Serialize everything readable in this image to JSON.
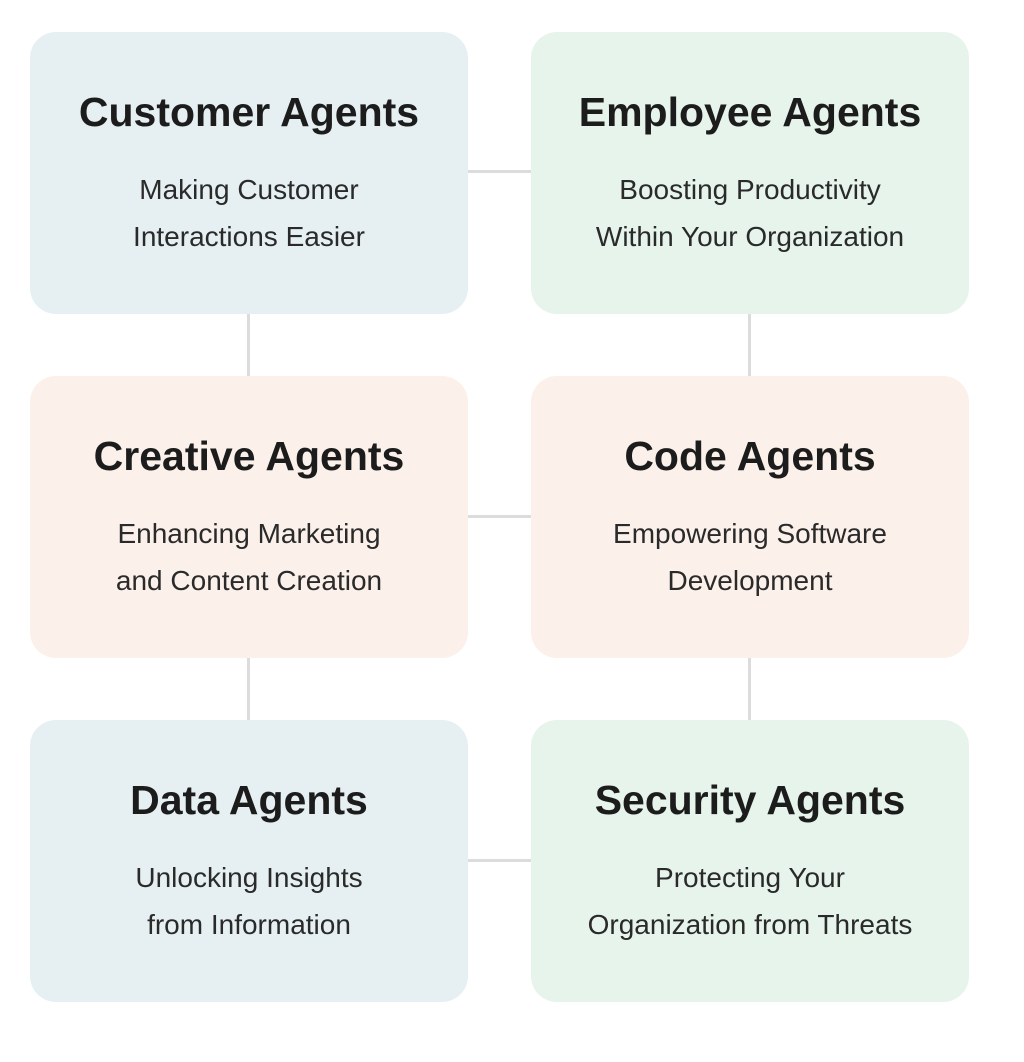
{
  "cards": [
    {
      "title": "Customer Agents",
      "desc_line1": "Making Customer",
      "desc_line2": "Interactions Easier",
      "color": "#e6f0f2"
    },
    {
      "title": "Employee Agents",
      "desc_line1": "Boosting Productivity",
      "desc_line2": "Within Your Organization",
      "color": "#e6f4ec"
    },
    {
      "title": "Creative Agents",
      "desc_line1": "Enhancing Marketing",
      "desc_line2": "and Content Creation",
      "color": "#fbf0ea"
    },
    {
      "title": "Code Agents",
      "desc_line1": "Empowering Software",
      "desc_line2": "Development",
      "color": "#fbf0ea"
    },
    {
      "title": "Data Agents",
      "desc_line1": "Unlocking Insights",
      "desc_line2": "from Information",
      "color": "#e6f0f2"
    },
    {
      "title": "Security Agents",
      "desc_line1": "Protecting Your",
      "desc_line2": "Organization from Threats",
      "color": "#e6f4ec"
    }
  ],
  "connector_color": "#dcdcdc"
}
